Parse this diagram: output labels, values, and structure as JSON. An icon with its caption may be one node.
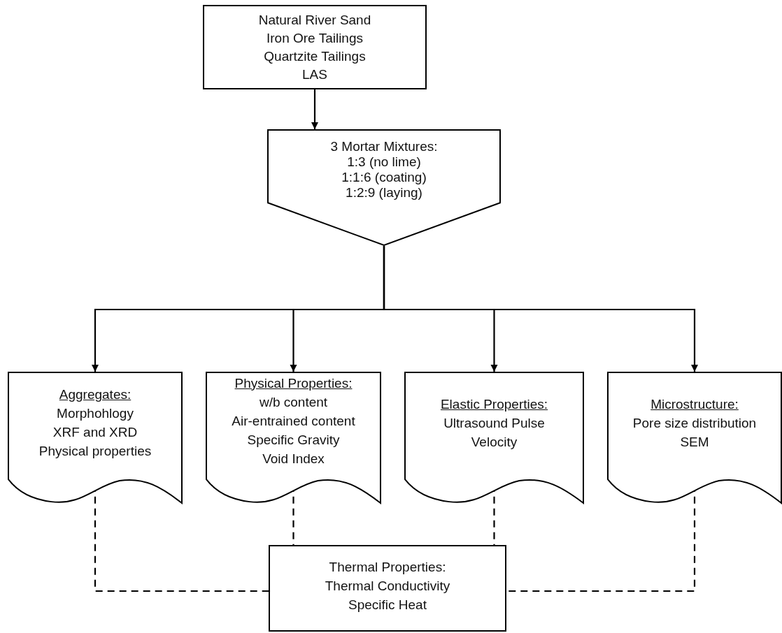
{
  "diagram": {
    "nodes": [
      {
        "text": [
          "Natural River Sand",
          "Iron Ore Tailings",
          "Quartzite Tailings",
          "LAS"
        ]
      },
      {
        "text": [
          "3 Mortar Mixtures:",
          "1:3 (no lime)",
          "1:1:6 (coating)",
          "1:2:9 (laying)"
        ]
      },
      {
        "text": [
          "Aggregates:",
          "Morphohlogy",
          "XRF and XRD",
          "Physical properties"
        ]
      },
      {
        "text": [
          "Physical Properties:",
          "w/b content",
          "Air-entrained content",
          "Specific Gravity",
          "Void Index"
        ]
      },
      {
        "text": [
          "Elastic Properties:",
          "Ultrasound Pulse Velocity"
        ]
      },
      {
        "text": [
          "Microstructure:",
          "Pore size distribution",
          "SEM"
        ]
      },
      {
        "text": [
          "Thermal Properties:",
          "Thermal Conductivity",
          "Specific Heat"
        ]
      }
    ],
    "edges": [
      {
        "from": 0,
        "to": 1,
        "arrow": "to"
      },
      {
        "from": 1,
        "to": 2,
        "arrow": "to"
      },
      {
        "from": 1,
        "to": 3,
        "arrow": "to"
      },
      {
        "from": 1,
        "to": 4,
        "arrow": "to"
      },
      {
        "from": 1,
        "to": 5,
        "arrow": "to"
      },
      {
        "from": 2,
        "to": 6,
        "arrow": "none",
        "style": "dashed"
      },
      {
        "from": 3,
        "to": 6,
        "arrow": "none",
        "style": "dashed"
      },
      {
        "from": 4,
        "to": 6,
        "arrow": "none",
        "style": "dashed"
      },
      {
        "from": 5,
        "to": 6,
        "arrow": "none",
        "style": "dashed"
      }
    ]
  }
}
